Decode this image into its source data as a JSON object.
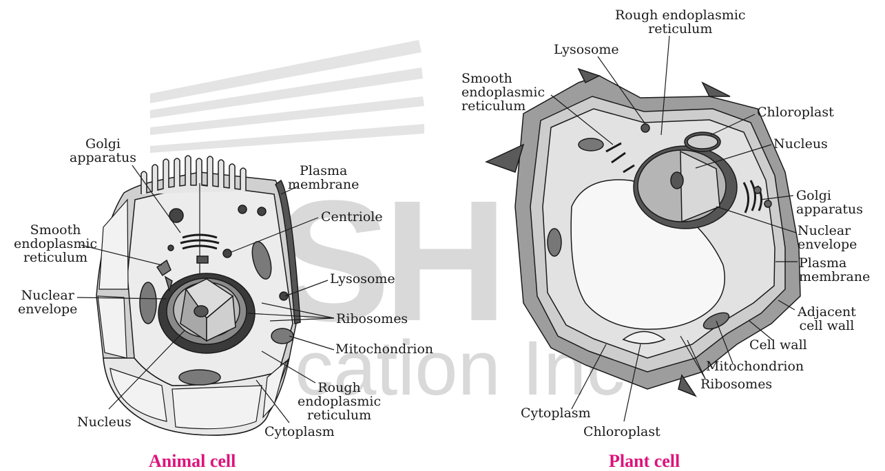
{
  "watermark": {
    "letters": "SH",
    "text": "cation Inc"
  },
  "animal_cell": {
    "caption": "Animal cell",
    "labels": {
      "golgi_apparatus": [
        "Golgi",
        "apparatus"
      ],
      "plasma_membrane": [
        "Plasma",
        "membrane"
      ],
      "centriole": "Centriole",
      "smooth_er": [
        "Smooth",
        "endoplasmic",
        "reticulum"
      ],
      "lysosome": "Lysosome",
      "nuclear_envelope": [
        "Nuclear",
        "envelope"
      ],
      "ribosomes": "Ribosomes",
      "mitochondrion": "Mitochondrion",
      "rough_er": [
        "Rough",
        "endoplasmic",
        "reticulum"
      ],
      "nucleus": "Nucleus",
      "cytoplasm": "Cytoplasm"
    }
  },
  "plant_cell": {
    "caption": "Plant cell",
    "labels": {
      "rough_er": [
        "Rough endoplasmic",
        "reticulum"
      ],
      "lysosome": "Lysosome",
      "smooth_er": [
        "Smooth",
        "endoplasmic",
        "reticulum"
      ],
      "chloroplast_top": "Chloroplast",
      "nucleus": "Nucleus",
      "golgi_apparatus": [
        "Golgi",
        "apparatus"
      ],
      "nuclear_envelope": [
        "Nuclear",
        "envelope"
      ],
      "plasma_membrane": [
        "Plasma",
        "membrane"
      ],
      "adjacent_cell_wall": [
        "Adjacent",
        "cell wall"
      ],
      "cell_wall": "Cell wall",
      "mitochondrion": "Mitochondrion",
      "ribosomes": "Ribosomes",
      "cytoplasm": "Cytoplasm",
      "chloroplast_bottom": "Chloroplast"
    }
  }
}
